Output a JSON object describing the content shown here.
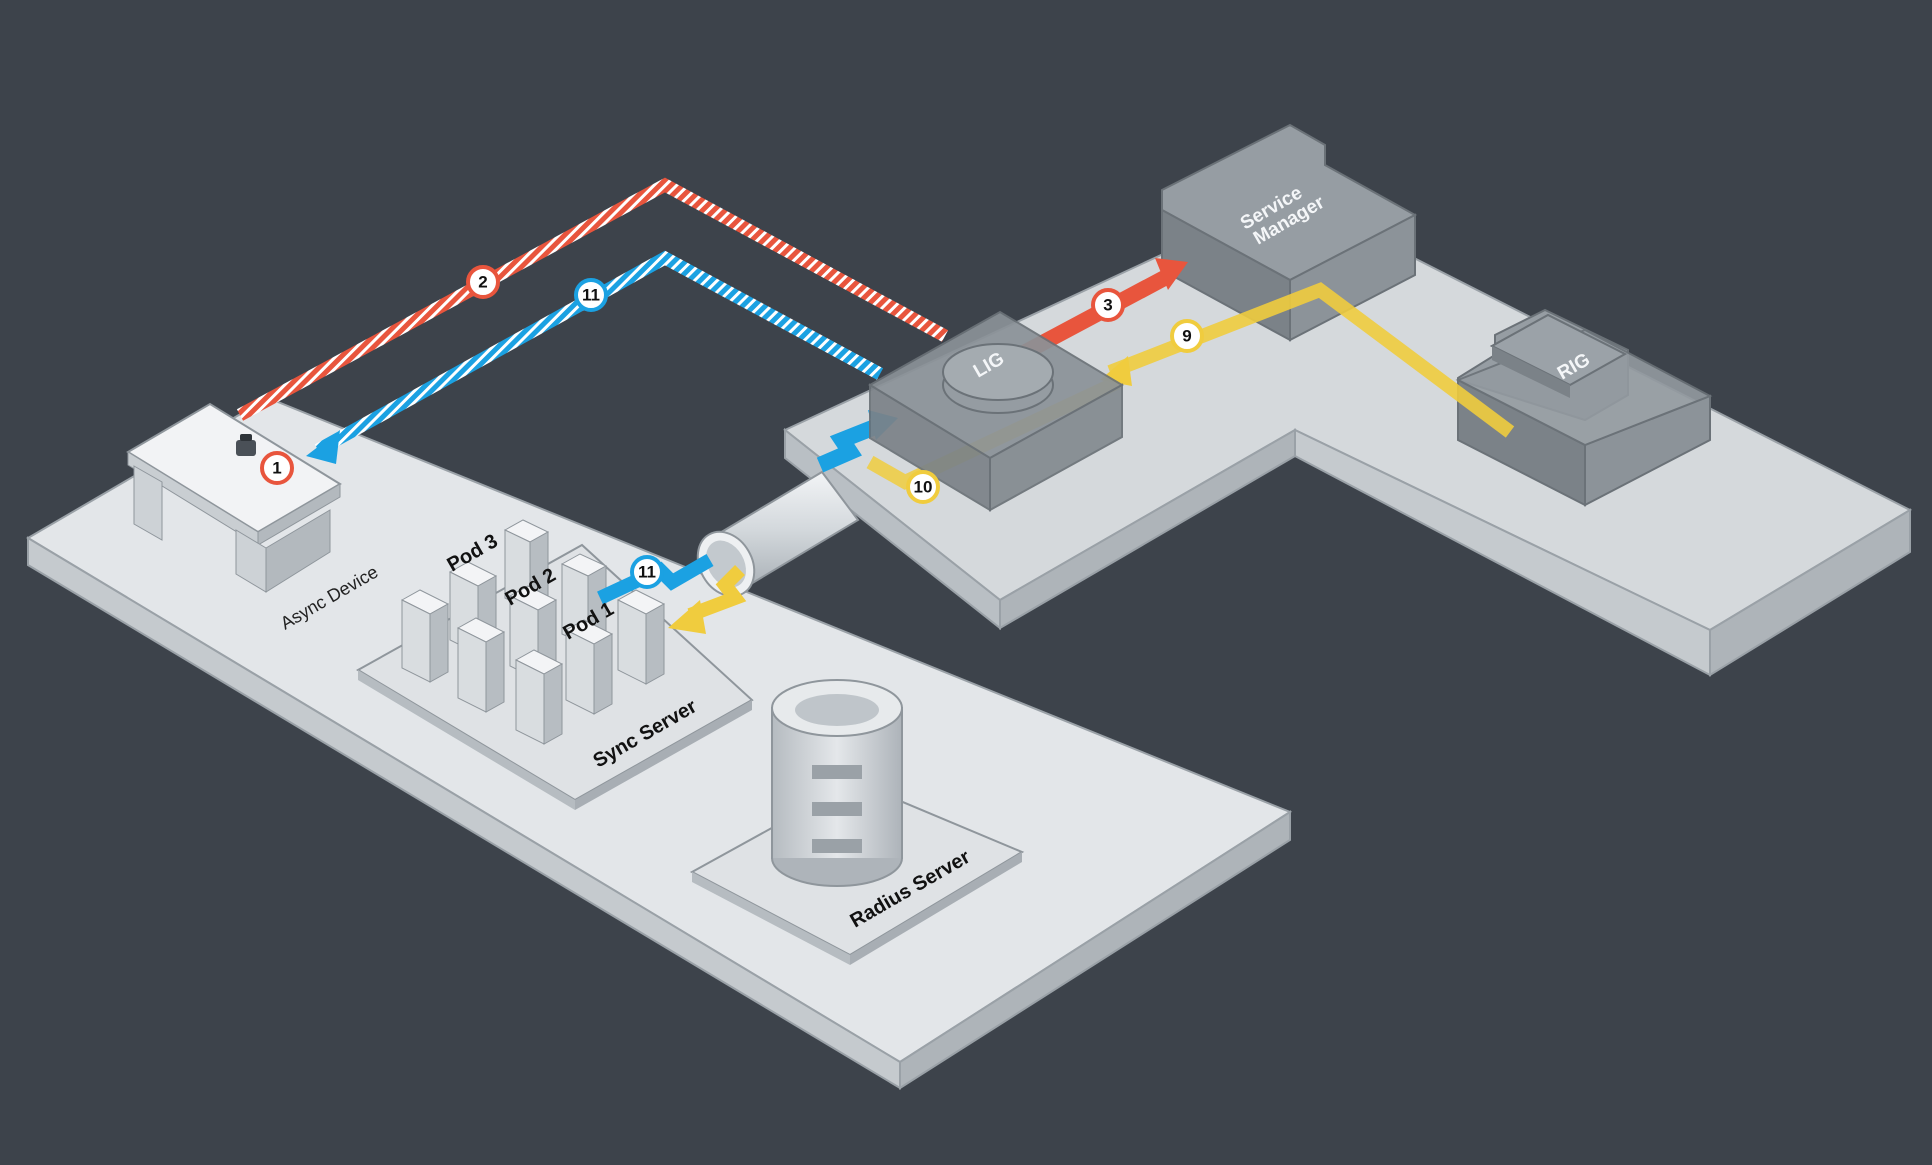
{
  "colors": {
    "background": "#3d434b",
    "platform_top": "#e3e6e9",
    "platform_side": "#c5cace",
    "box_dark": "#7b8288",
    "request_red": "#e8553d",
    "response_blue": "#1ba1e2",
    "yellow_flow": "#f0cc3e"
  },
  "labels": {
    "async_device": "Async Device",
    "pod3": "Pod 3",
    "pod2": "Pod 2",
    "pod1": "Pod 1",
    "sync_server": "Sync Server",
    "radius_server": "Radius Server",
    "lig": "LIG",
    "service_line1": "Service",
    "service_line2": "Manager",
    "rig": "RIG"
  },
  "steps": {
    "s1": "1",
    "s2": "2",
    "s3": "3",
    "s9": "9",
    "s10": "10",
    "s11a": "11",
    "s11b": "11"
  }
}
